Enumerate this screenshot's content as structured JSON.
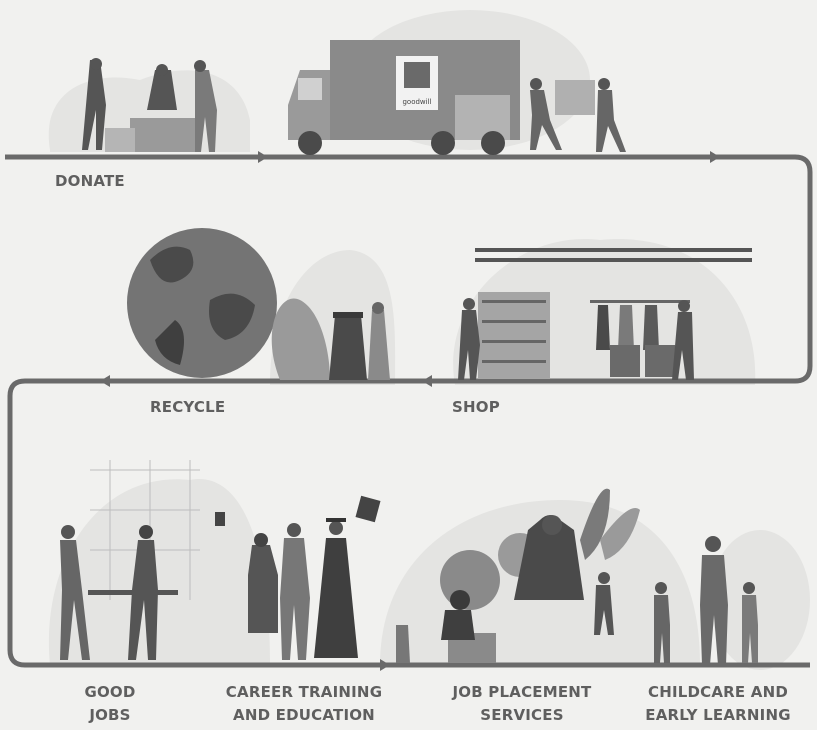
{
  "stages": {
    "donate": {
      "label": "DONATE"
    },
    "recycle": {
      "label": "RECYCLE"
    },
    "shop": {
      "label": "SHOP"
    },
    "good_jobs": {
      "line1": "GOOD",
      "line2": "JOBS"
    },
    "career_training": {
      "line1": "CAREER TRAINING",
      "line2": "AND EDUCATION"
    },
    "job_placement": {
      "line1": "JOB PLACEMENT",
      "line2": "SERVICES"
    },
    "childcare": {
      "line1": "CHILDCARE AND",
      "line2": "EARLY LEARNING"
    }
  },
  "truck_logo": {
    "text": "goodwill"
  },
  "colors": {
    "background": "#f1f1ef",
    "path": "#6a6a6a",
    "dark_figure": "#555555",
    "mid_figure": "#8a8a8a",
    "light_blob": "#e3e3e1",
    "label": "#5f5f5f"
  }
}
